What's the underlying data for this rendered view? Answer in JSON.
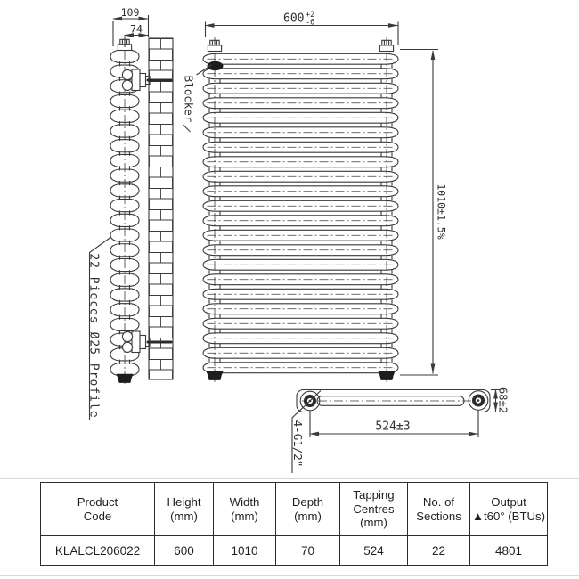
{
  "colors": {
    "line": "#3a3a3a",
    "dark_fill": "#1d1d1d",
    "table_border": "#2b2b2b",
    "text": "#1f1f1f",
    "divider": "#d9d9d9"
  },
  "drawing": {
    "side_view": {
      "dim_depth_overall": "109",
      "dim_depth_centre": "74",
      "label_profile": "22 Pieces Ø25 Profile"
    },
    "front_view": {
      "dim_width": "600",
      "dim_width_tol_upper": "+2",
      "dim_width_tol_lower": "-6",
      "dim_height": "1010±1.5%",
      "label_blocker": "Blocker"
    },
    "plan_view": {
      "dim_tapping_centres": "524±3",
      "dim_depth": "68±2",
      "label_tappings": "4-G1/2\""
    }
  },
  "table": {
    "headers": [
      {
        "lines": [
          "Product",
          "Code"
        ]
      },
      {
        "lines": [
          "Height",
          "(mm)"
        ]
      },
      {
        "lines": [
          "Width",
          "(mm)"
        ]
      },
      {
        "lines": [
          "Depth",
          "(mm)"
        ]
      },
      {
        "lines": [
          "Tapping",
          "Centres",
          "(mm)"
        ]
      },
      {
        "lines": [
          "No. of",
          "Sections"
        ]
      },
      {
        "lines": [
          "Output",
          "▲t60° (BTUs)"
        ]
      }
    ],
    "row": [
      "KLALCL206022",
      "600",
      "1010",
      "70",
      "524",
      "22",
      "4801"
    ]
  }
}
